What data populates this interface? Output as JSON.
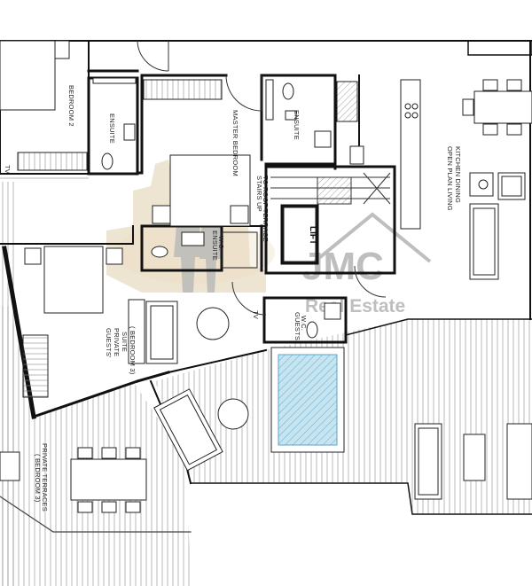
{
  "rooms": {
    "bedroom2": "BEDROOM 2",
    "ensuite_left": "ENSUITE",
    "master_bedroom": "MASTER BEDROOM",
    "ensuite_master": "ENSUITE",
    "stairs": "STAIRS UP TO ROOF TERRACE",
    "lift": "LIFT",
    "living": "OPEN PLAN LIVING KITCHEN DINING",
    "ensuite_wc": "ENSUITE W.C.",
    "guests_suite": [
      "GUESTS'",
      "PRIVATE",
      "SUITE",
      "( BEDROOM 3)"
    ],
    "guests_wc": "GUESTS W.C.",
    "tv_left": "TV",
    "tv_mid": "TV",
    "terraces": "PRIVATE TERRACES",
    "terraces_sub": "( BEDROOM 3)"
  },
  "watermark": {
    "brand": "JMC",
    "sub": "Real Estate",
    "color": "#8a8a8a",
    "accent": "#c9a56a"
  },
  "colors": {
    "wall": "#111111",
    "line": "#333333",
    "deck": "#777777",
    "pool_fill": "#bfe0ee",
    "pool_hatch": "#5aa7c8"
  }
}
